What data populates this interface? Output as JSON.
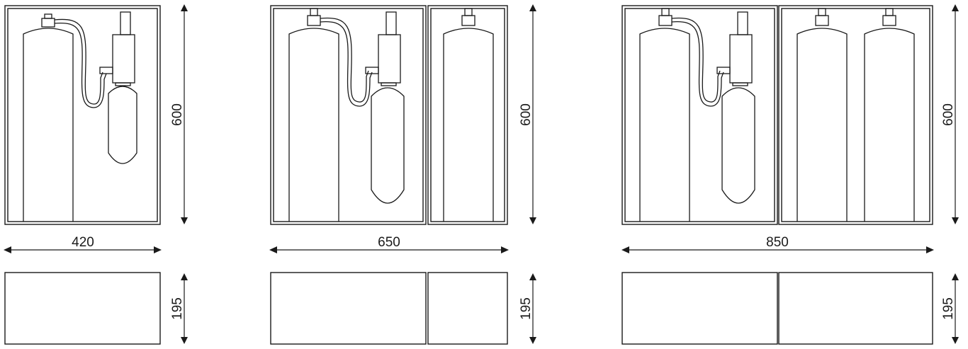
{
  "diagram": {
    "variants": [
      {
        "id": "single",
        "width_label": "420",
        "height_label": "600",
        "depth_label": "195",
        "front_compartments": 1,
        "extra_cylinders": 0,
        "base_compartments": 1
      },
      {
        "id": "double",
        "width_label": "650",
        "height_label": "600",
        "depth_label": "195",
        "front_compartments": 2,
        "extra_cylinders": 1,
        "base_compartments": 2
      },
      {
        "id": "triple",
        "width_label": "850",
        "height_label": "600",
        "depth_label": "195",
        "front_compartments": 2,
        "extra_cylinders": 2,
        "base_compartments": 2
      }
    ]
  }
}
